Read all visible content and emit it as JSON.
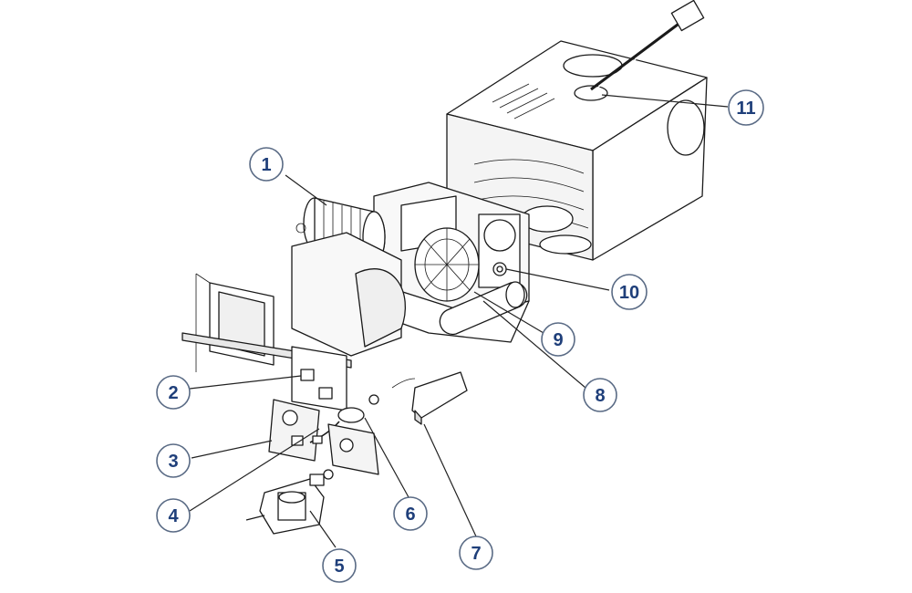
{
  "callouts": [
    {
      "id": "1",
      "label": "1"
    },
    {
      "id": "2",
      "label": "2"
    },
    {
      "id": "3",
      "label": "3"
    },
    {
      "id": "4",
      "label": "4"
    },
    {
      "id": "5",
      "label": "5"
    },
    {
      "id": "6",
      "label": "6"
    },
    {
      "id": "7",
      "label": "7"
    },
    {
      "id": "8",
      "label": "8"
    },
    {
      "id": "9",
      "label": "9"
    },
    {
      "id": "10",
      "label": "10"
    },
    {
      "id": "11",
      "label": "11"
    }
  ],
  "colors": {
    "callout_text": "#1f3f7a",
    "callout_ring": "#5a6b85",
    "line": "#1a1a1a"
  }
}
